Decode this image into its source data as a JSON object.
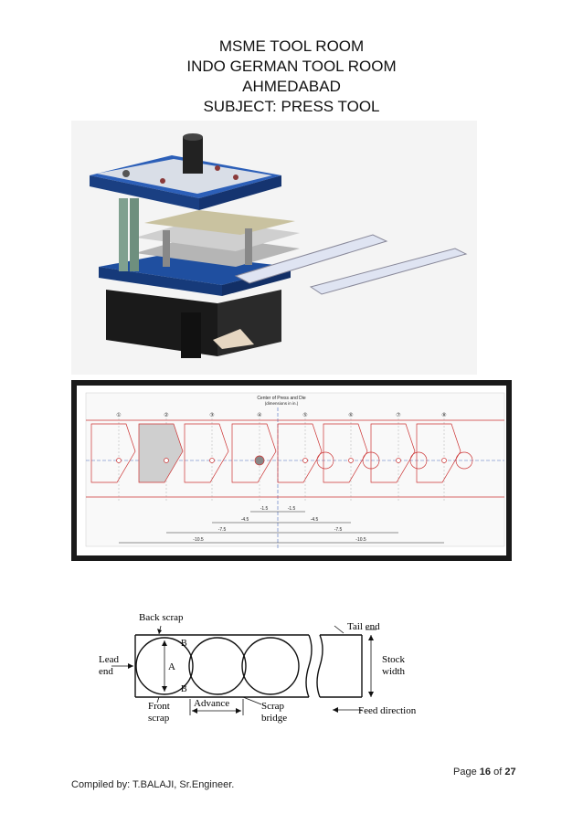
{
  "header": {
    "line1": "MSME TOOL ROOM",
    "line2": "INDO GERMAN TOOL ROOM",
    "line3": "AHMEDABAD",
    "line4": "SUBJECT: PRESS TOOL"
  },
  "strip_layout": {
    "title_line1": "Center of Press and Die",
    "title_line2": "(dimensions in in.)",
    "stations": [
      "①",
      "②",
      "③",
      "④",
      "⑤",
      "⑥",
      "⑦",
      "⑧"
    ],
    "dims": [
      "-1.5",
      "-1.5",
      "-4.5",
      "-4.5",
      "-7.5",
      "-7.5",
      "-10.5",
      "-10.5"
    ]
  },
  "scrap_diagram": {
    "back_scrap": "Back scrap",
    "tail_end": "Tail end",
    "lead_end_1": "Lead",
    "lead_end_2": "end",
    "label_a": "A",
    "label_b_top": "B",
    "label_b_bottom": "B",
    "stock_width_1": "Stock",
    "stock_width_2": "width",
    "front_scrap_1": "Front",
    "front_scrap_2": "scrap",
    "advance": "Advance",
    "scrap_bridge_1": "Scrap",
    "scrap_bridge_2": "bridge",
    "feed_direction": "Feed direction"
  },
  "footer": {
    "page_label": "Page",
    "page_num": "16",
    "of_label": "of",
    "page_total": "27",
    "compiled_by": "Compiled by: T.BALAJI, Sr.Engineer."
  }
}
